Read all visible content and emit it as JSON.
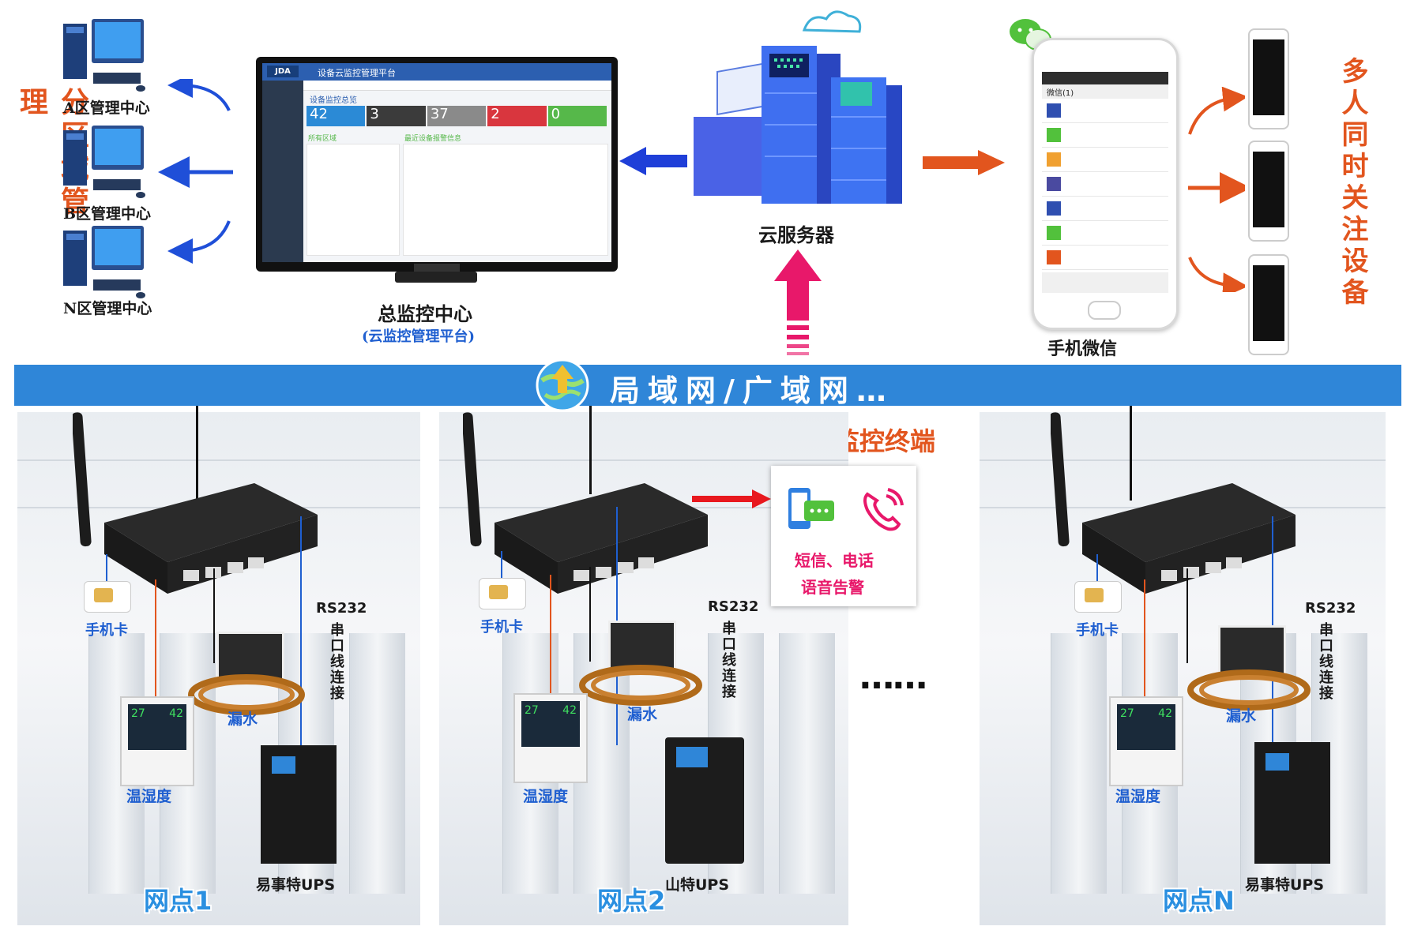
{
  "left": {
    "vertical_title": "分区域管理",
    "centers": [
      "A区管理中心",
      "B区管理中心",
      "N区管理中心"
    ]
  },
  "monitor": {
    "app_title": "设备云监控管理平台",
    "overview": "设备监控总览",
    "stats": [
      {
        "num": "42",
        "color": "#2b8ad6"
      },
      {
        "num": "3",
        "color": "#3b3b3b"
      },
      {
        "num": "37",
        "color": "#8a8a8a"
      },
      {
        "num": "2",
        "color": "#d9363e"
      },
      {
        "num": "0",
        "color": "#56b84a"
      }
    ],
    "section_left": "所有区域",
    "section_right": "最近设备报警信息",
    "caption": "总监控中心",
    "sub_caption": "(云监控管理平台)"
  },
  "server": {
    "caption": "云服务器"
  },
  "phone": {
    "caption": "手机微信",
    "header": "微信(1)"
  },
  "right": {
    "vertical_title": "多人同时关注设备"
  },
  "network": {
    "label": "局域网/广域网…"
  },
  "terminal_title": "竣达机房环境云监控终端",
  "alarm": {
    "line1": "短信、电话",
    "line2": "语音告警"
  },
  "sites": [
    {
      "sim": "手机卡",
      "serial": "RS232",
      "serial_v": "串口线连接",
      "leak": "漏水",
      "temp": "温湿度",
      "ups": "易事特UPS",
      "node": "网点1",
      "reading1": "27",
      "reading2": "42"
    },
    {
      "sim": "手机卡",
      "serial": "RS232",
      "serial_v": "串口线连接",
      "leak": "漏水",
      "temp": "温湿度",
      "ups": "山特UPS",
      "node": "网点2",
      "reading1": "27",
      "reading2": "42"
    },
    {
      "sim": "手机卡",
      "serial": "RS232",
      "serial_v": "串口线连接",
      "leak": "漏水",
      "temp": "温湿度",
      "ups": "易事特UPS",
      "node": "网点N",
      "reading1": "27",
      "reading2": "42"
    }
  ],
  "dots": "……",
  "colors": {
    "band": "#2f86d8",
    "accent": "#e2551e",
    "label_blue": "#1f5fd0"
  }
}
